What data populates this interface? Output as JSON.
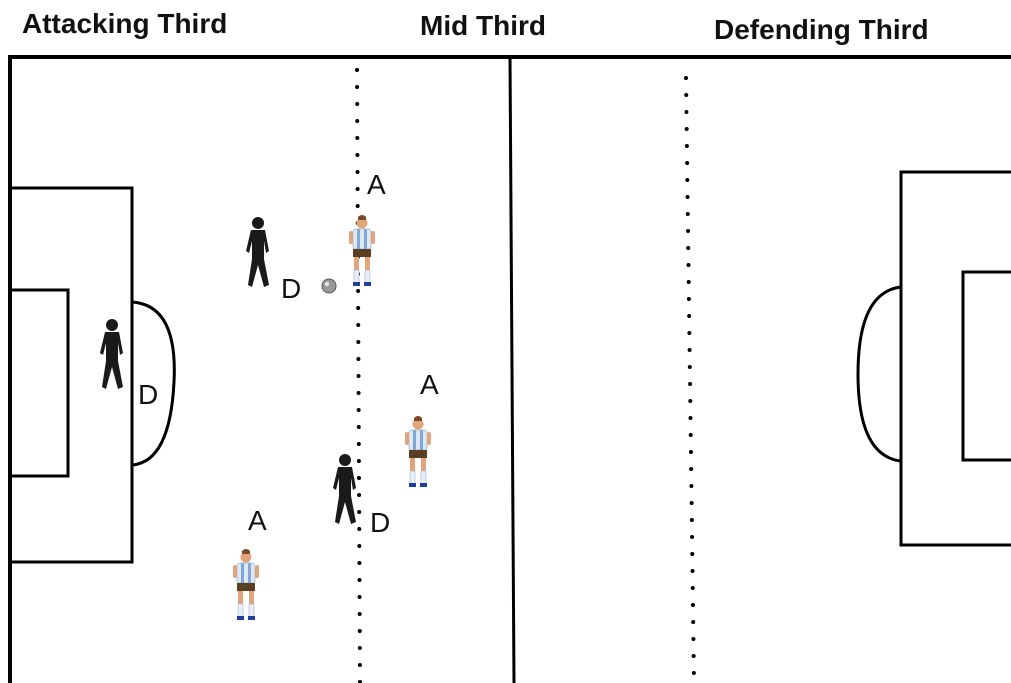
{
  "zones": {
    "attacking": "Attacking Third",
    "mid": "Mid Third",
    "defending": "Defending Third"
  },
  "players": {
    "attacker_label": "A",
    "defender_label": "D"
  },
  "colors": {
    "lines": "#000000",
    "defender": "#1a1a1a",
    "attacker_shirt": "#dfe9f5",
    "attacker_stripe": "#7fa7d8",
    "attacker_shorts": "#5a3f22",
    "attacker_skin": "#e0a57a",
    "ball": "#9a9a9a"
  }
}
